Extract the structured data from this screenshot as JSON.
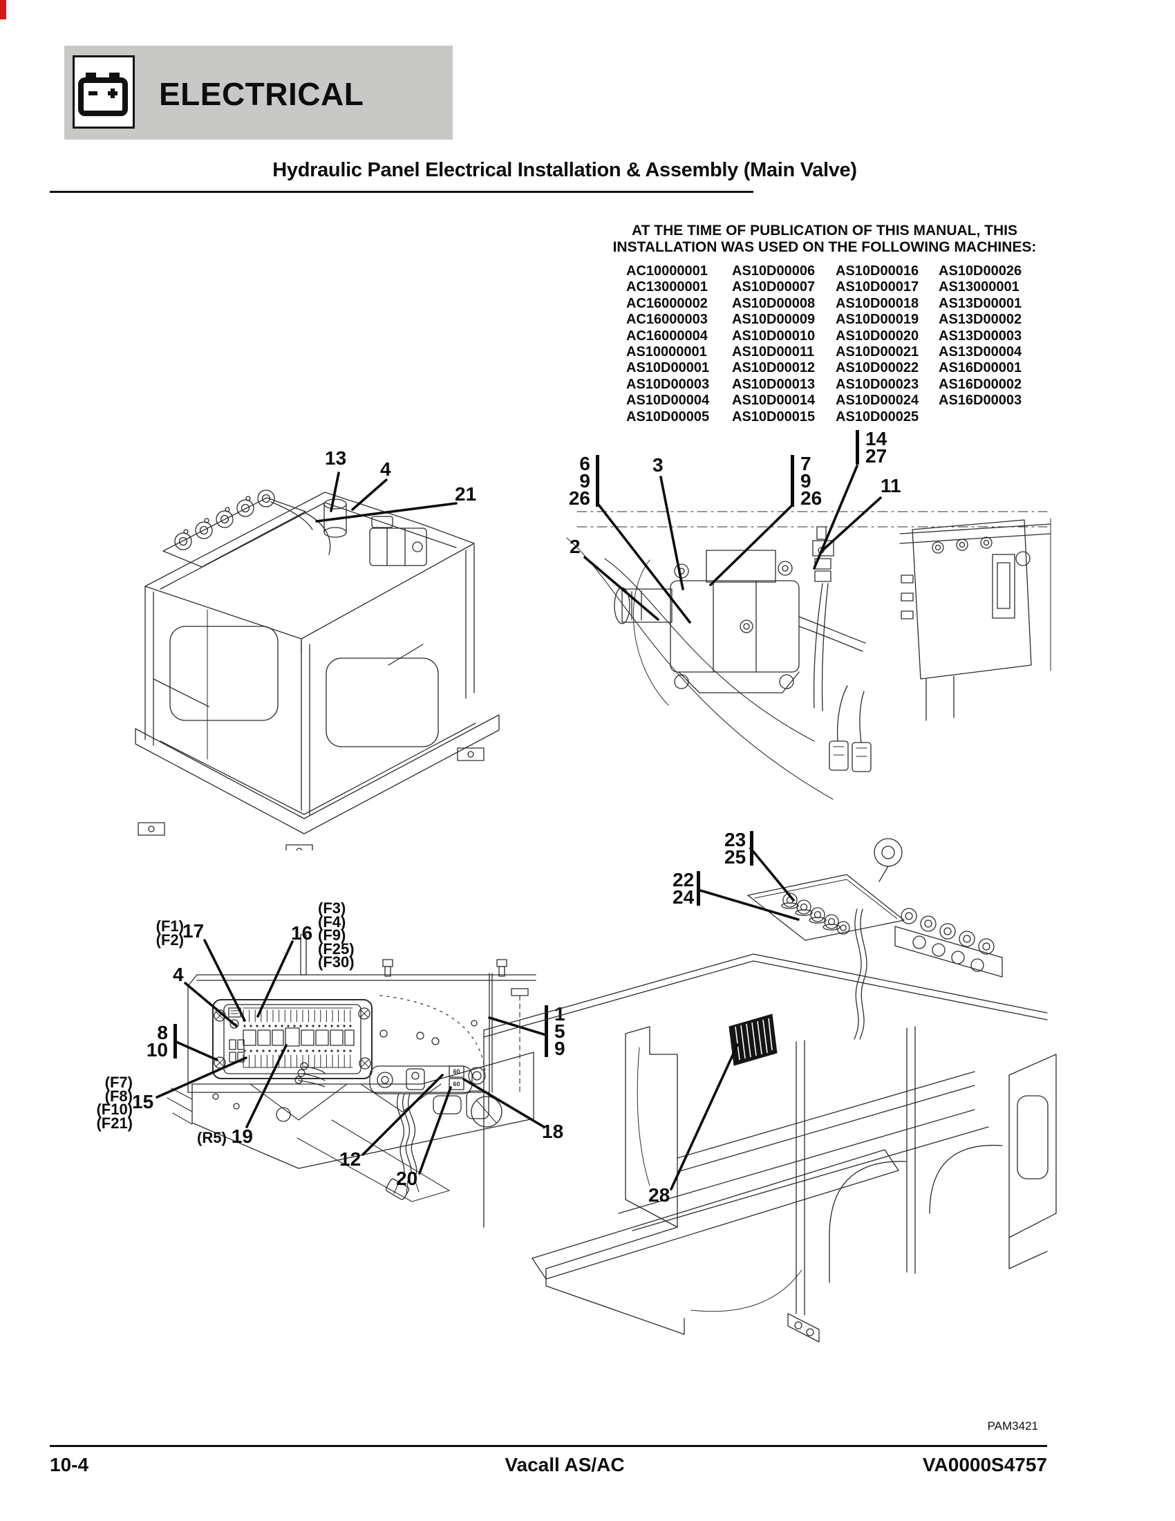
{
  "page": {
    "banner": {
      "label": "ELECTRICAL"
    },
    "title": "Hydraulic Panel Electrical Installation & Assembly (Main Valve)",
    "notice": {
      "line1": "AT THE TIME OF PUBLICATION OF THIS MANUAL, THIS",
      "line2": "INSTALLATION WAS USED ON THE FOLLOWING MACHINES:"
    },
    "machine_columns": [
      [
        "AC10000001",
        "AC13000001",
        "AC16000002",
        "AC16000003",
        "AC16000004",
        "AS10000001",
        "AS10D00001",
        "AS10D00003",
        "AS10D00004",
        "AS10D00005"
      ],
      [
        "AS10D00006",
        "AS10D00007",
        "AS10D00008",
        "AS10D00009",
        "AS10D00010",
        "AS10D00011",
        "AS10D00012",
        "AS10D00013",
        "AS10D00014",
        "AS10D00015"
      ],
      [
        "AS10D00016",
        "AS10D00017",
        "AS10D00018",
        "AS10D00019",
        "AS10D00020",
        "AS10D00021",
        "AS10D00022",
        "AS10D00023",
        "AS10D00024",
        "AS10D00025"
      ],
      [
        "AS10D00026",
        "AS13000001",
        "AS13D00001",
        "AS13D00002",
        "AS13D00003",
        "AS13D00004",
        "AS16D00001",
        "AS16D00002",
        "AS16D00003"
      ]
    ],
    "figure_code": "PAM3421",
    "footer": {
      "page_number": "10-4",
      "model": "Vacall AS/AC",
      "doc_number": "VA0000S4757"
    }
  },
  "callouts": {
    "d1": {
      "c13": "13",
      "c4": "4",
      "c21": "21"
    },
    "d2": {
      "g6_9_26": "6\n9\n26",
      "c3": "3",
      "c2": "2",
      "g7_9_26": "7\n9\n26",
      "g14_27": "14\n27",
      "c11": "11"
    },
    "d3": {
      "f1f2": "(F1)\n(F2)",
      "c17": "17",
      "c16": "16",
      "f3grp": "(F3)\n(F4)\n(F9)\n(F25)\n(F30)",
      "c4": "4",
      "g8_10": "8\n10",
      "f7grp": "(F7)\n(F8)\n(F10)\n(F21)",
      "c15": "15",
      "r5": "(R5)",
      "c19": "19",
      "c12": "12",
      "c20": "20",
      "c18": "18",
      "g1_5_9": "1\n5\n9",
      "relay60a": "60",
      "relay60b": "60"
    },
    "d4": {
      "g23_25": "23\n25",
      "g22_24": "22\n24",
      "c28": "28"
    }
  },
  "colors": {
    "banner_gray": "#c8c8c6",
    "ink": "#0d0d0d",
    "red_mark": "#cf1a1a"
  }
}
